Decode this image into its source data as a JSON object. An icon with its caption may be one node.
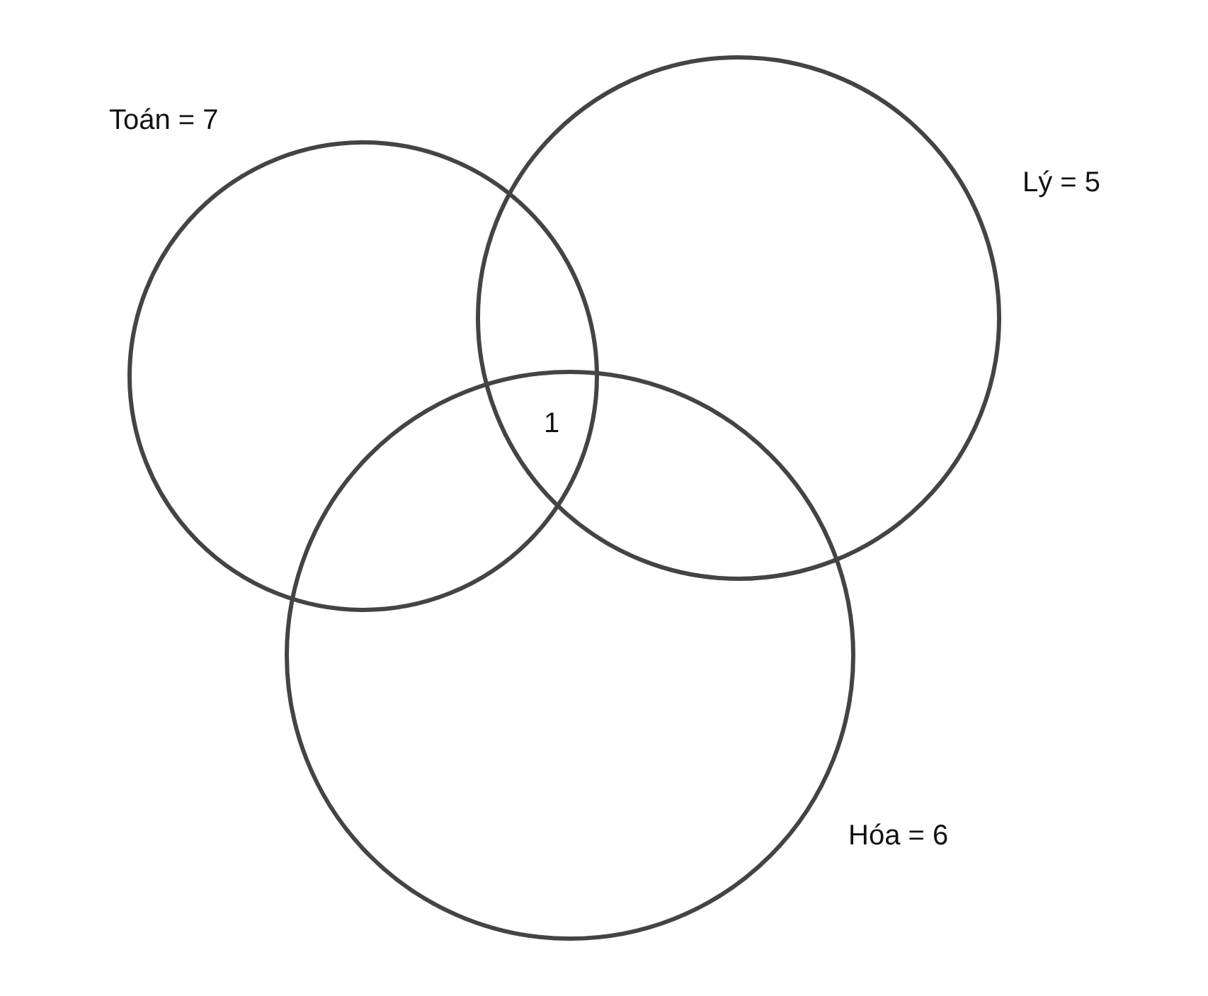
{
  "diagram": {
    "nodes": [
      {
        "text": [],
        "shape": "circle",
        "beside": [
          "Toán = 7"
        ]
      },
      {
        "text": [],
        "shape": "circle",
        "beside": [
          "Lý = 5"
        ]
      },
      {
        "text": [],
        "shape": "circle",
        "beside": [
          "Hóa = 6"
        ]
      }
    ],
    "labels": [
      "1"
    ]
  }
}
